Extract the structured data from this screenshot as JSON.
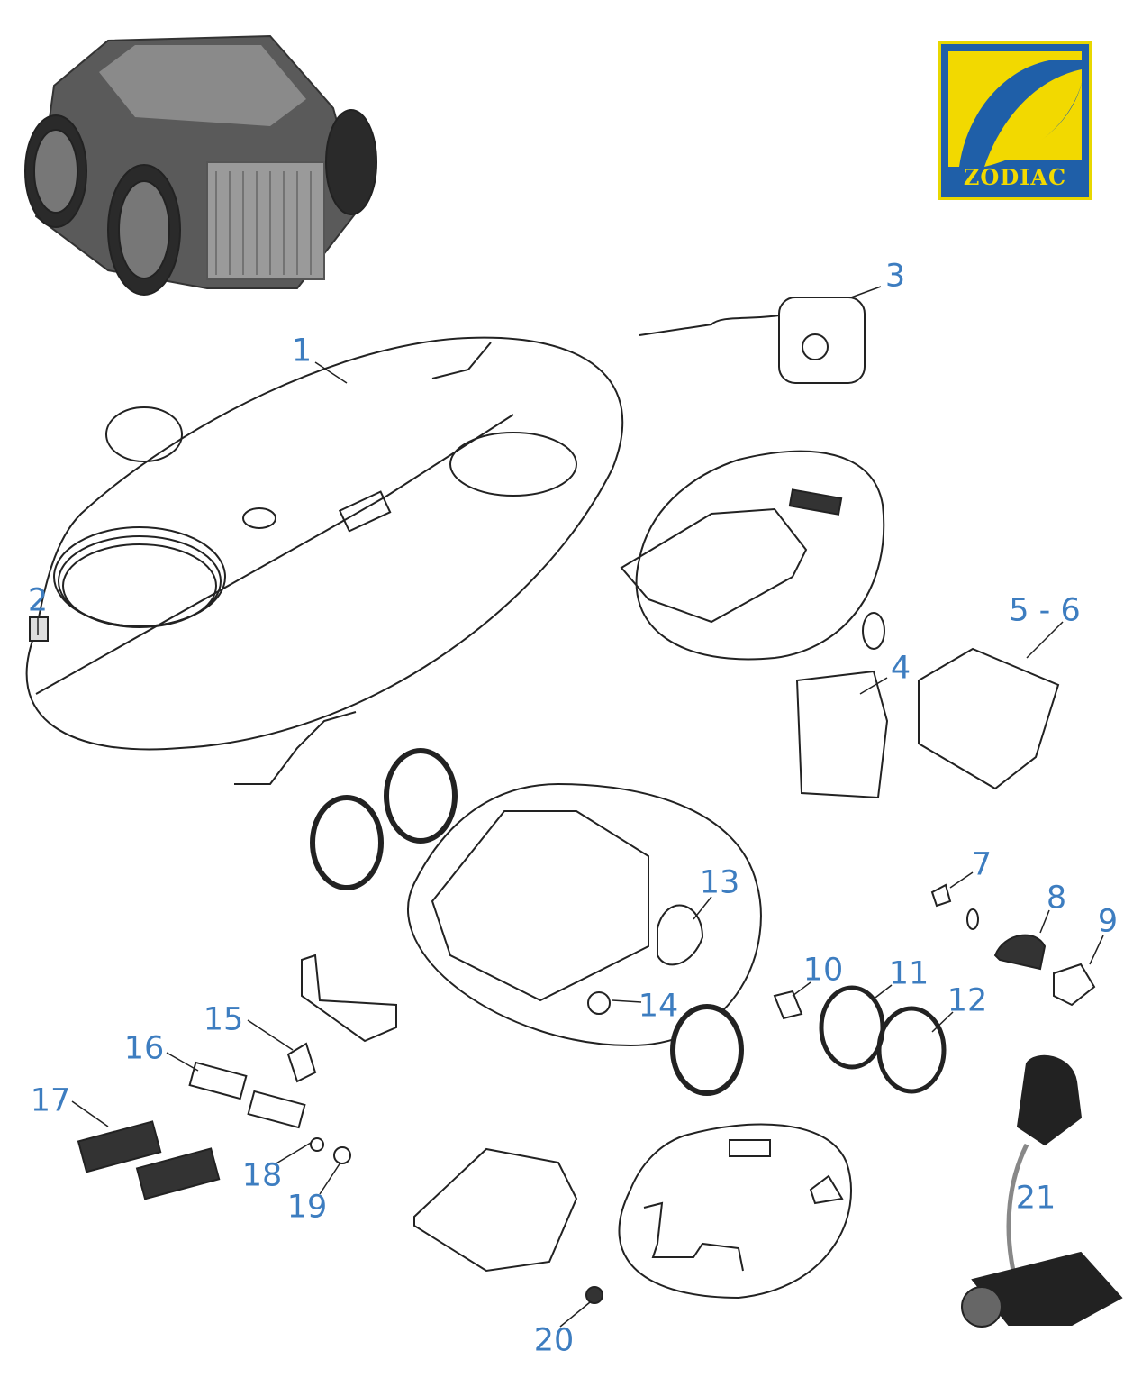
{
  "brand": {
    "name": "ZODIAC",
    "colors": {
      "blue": "#1f5fa8",
      "yellow": "#f2d900"
    }
  },
  "label_color": "#3d7dc0",
  "callouts": [
    {
      "id": "1",
      "text": "1"
    },
    {
      "id": "2",
      "text": "2"
    },
    {
      "id": "3",
      "text": "3"
    },
    {
      "id": "4",
      "text": "4"
    },
    {
      "id": "5-6",
      "text": "5 - 6"
    },
    {
      "id": "7",
      "text": "7"
    },
    {
      "id": "8",
      "text": "8"
    },
    {
      "id": "9",
      "text": "9"
    },
    {
      "id": "10",
      "text": "10"
    },
    {
      "id": "11",
      "text": "11"
    },
    {
      "id": "12",
      "text": "12"
    },
    {
      "id": "13",
      "text": "13"
    },
    {
      "id": "14",
      "text": "14"
    },
    {
      "id": "15",
      "text": "15"
    },
    {
      "id": "16",
      "text": "16"
    },
    {
      "id": "17",
      "text": "17"
    },
    {
      "id": "18",
      "text": "18"
    },
    {
      "id": "19",
      "text": "19"
    },
    {
      "id": "20",
      "text": "20"
    },
    {
      "id": "21",
      "text": "21"
    }
  ]
}
